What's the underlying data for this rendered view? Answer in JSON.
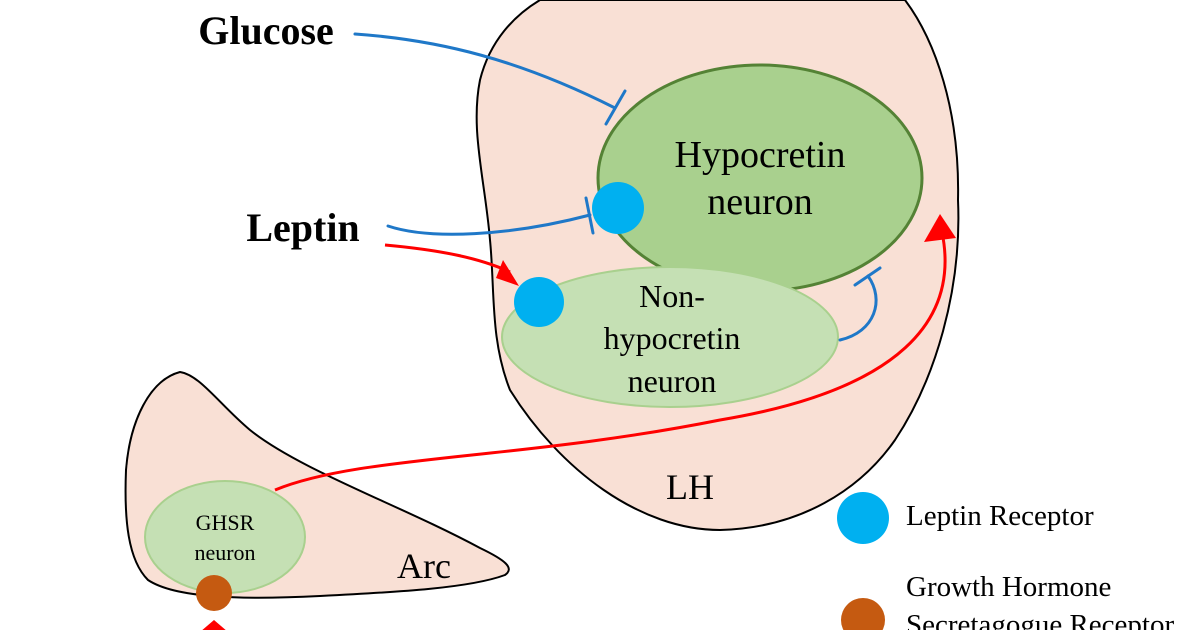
{
  "inputs": {
    "glucose": "Glucose",
    "leptin": "Leptin"
  },
  "neurons": {
    "hypocretin": [
      "Hypocretin",
      "neuron"
    ],
    "non_hypocretin": [
      "Non-",
      "hypocretin",
      "neuron"
    ],
    "ghsr": [
      "GHSR",
      "neuron"
    ]
  },
  "regions": {
    "lh": "LH",
    "arc": "Arc"
  },
  "legend": {
    "leptin_receptor": "Leptin Receptor",
    "ghs_receptor": [
      "Growth Hormone",
      "Secretagogue Receptor"
    ]
  },
  "colors": {
    "region_fill": "#f9e0d5",
    "hypocretin_fill": "#a9d08e",
    "hypocretin_stroke": "#548235",
    "light_neuron_fill": "#c5e0b4",
    "light_neuron_stroke": "#a9d08e",
    "leptin_receptor": "#00b0f0",
    "ghs_receptor": "#c55a11",
    "inhibitory": "#1f78c8",
    "excitatory": "#ff0000"
  }
}
